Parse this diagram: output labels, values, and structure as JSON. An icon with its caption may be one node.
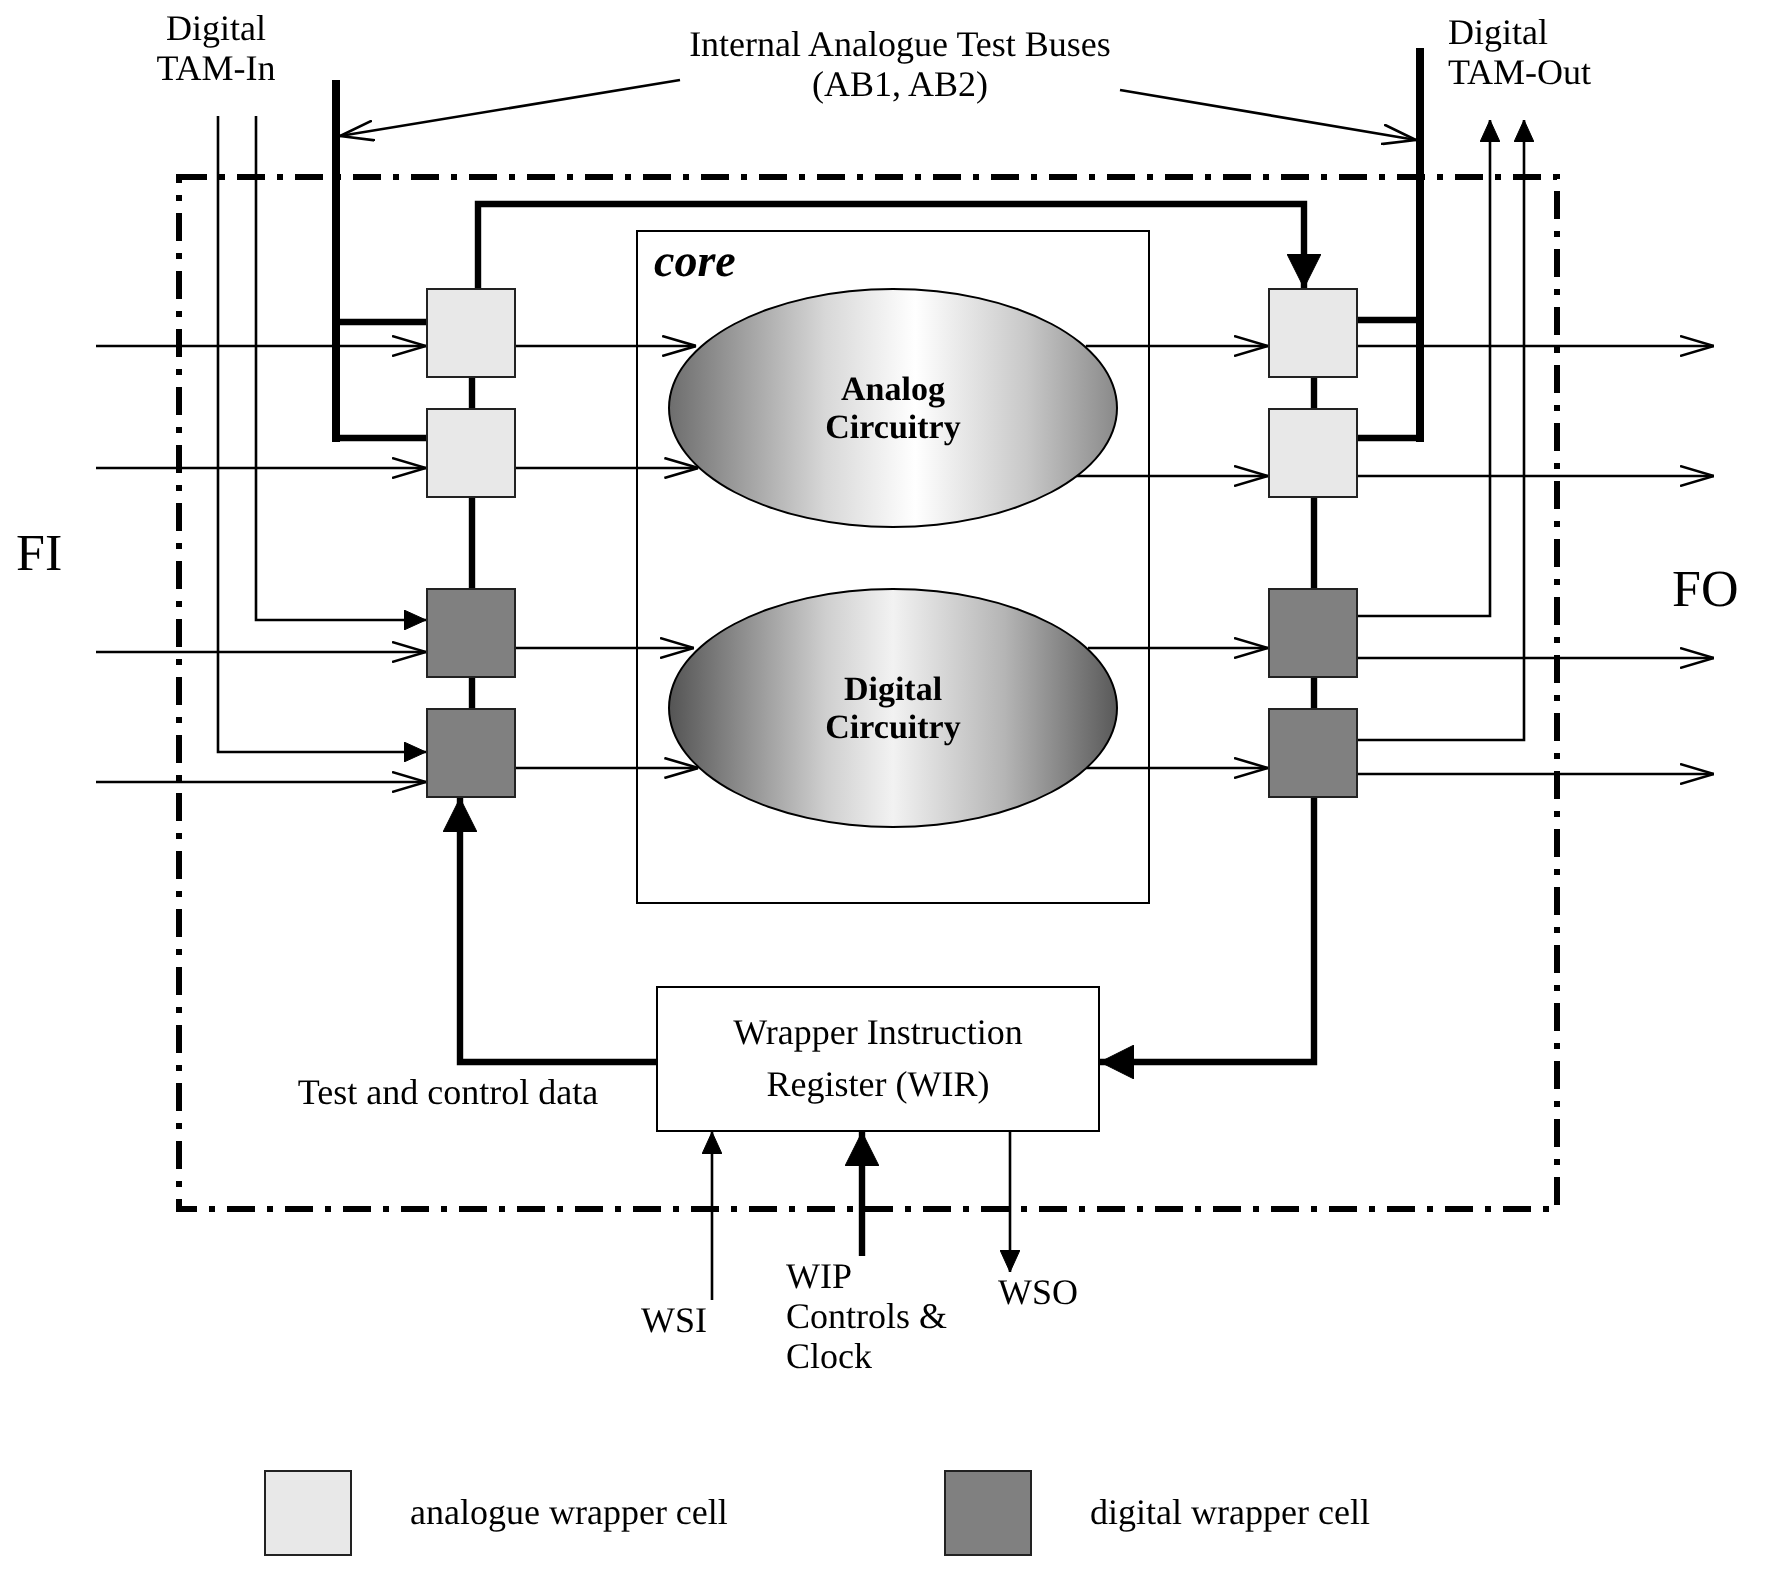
{
  "diagram": {
    "nodes": [
      {
        "text": [
          "Digital TAM-In"
        ]
      },
      {
        "text": [
          "Internal Analogue Test Buses (AB1, AB2)"
        ]
      },
      {
        "text": [
          "Digital TAM-Out"
        ]
      },
      {
        "text": [],
        "shape": "bar"
      },
      {
        "text": [],
        "shape": "bar"
      },
      {
        "text": [],
        "shape": "box"
      },
      {
        "text": [
          "core"
        ],
        "in": 5
      },
      {
        "text": [
          "Analog Circuitry"
        ],
        "in": 6
      },
      {
        "text": [
          "Digital Circuitry"
        ],
        "in": 6
      },
      {
        "text": [],
        "shape": "box",
        "in": 5
      },
      {
        "text": [],
        "shape": "box",
        "in": 5
      },
      {
        "text": [],
        "shape": "box",
        "in": 5
      },
      {
        "text": [],
        "shape": "box",
        "in": 5
      },
      {
        "text": [],
        "shape": "box",
        "in": 5
      },
      {
        "text": [],
        "shape": "box",
        "in": 5
      },
      {
        "text": [],
        "shape": "box",
        "in": 5
      },
      {
        "text": [],
        "shape": "box",
        "in": 5
      },
      {
        "text": [
          "Wrapper Instruction Register (WIR)"
        ],
        "in": 5
      },
      {
        "text": [
          "WSI"
        ]
      },
      {
        "text": [
          "WIP Controls & Clock"
        ]
      },
      {
        "text": [
          "WSO"
        ]
      }
    ],
    "edges": [
      {
        "from": 1,
        "to": 3,
        "arrow": "to"
      },
      {
        "from": 1,
        "to": 4,
        "arrow": "to"
      },
      {
        "from": 3,
        "to": 9,
        "arrow": "none",
        "style": "thick"
      },
      {
        "from": 3,
        "to": 10,
        "arrow": "none",
        "style": "thick"
      },
      {
        "from": 4,
        "to": 13,
        "arrow": "none",
        "style": "thick"
      },
      {
        "from": 4,
        "to": 14,
        "arrow": "none",
        "style": "thick"
      },
      {
        "from": null,
        "to": 9,
        "arrow": "to"
      },
      {
        "from": null,
        "to": 10,
        "arrow": "to"
      },
      {
        "from": null,
        "to": 11,
        "arrow": "to"
      },
      {
        "from": null,
        "to": 12,
        "arrow": "to"
      },
      {
        "from": 0,
        "to": 11,
        "arrow": "to"
      },
      {
        "from": 0,
        "to": 12,
        "arrow": "to"
      },
      {
        "from": 9,
        "to": 7,
        "arrow": "to"
      },
      {
        "from": 10,
        "to": 7,
        "arrow": "to"
      },
      {
        "from": 11,
        "to": 8,
        "arrow": "to"
      },
      {
        "from": 12,
        "to": 8,
        "arrow": "to"
      },
      {
        "from": 7,
        "to": 13,
        "arrow": "to"
      },
      {
        "from": 7,
        "to": 14,
        "arrow": "to"
      },
      {
        "from": 8,
        "to": 15,
        "arrow": "to"
      },
      {
        "from": 8,
        "to": 16,
        "arrow": "to"
      },
      {
        "from": 13,
        "to": null,
        "arrow": "to"
      },
      {
        "from": 14,
        "to": null,
        "arrow": "to"
      },
      {
        "from": 15,
        "to": null,
        "arrow": "to"
      },
      {
        "from": 16,
        "to": null,
        "arrow": "to"
      },
      {
        "from": 15,
        "to": 2,
        "arrow": "to"
      },
      {
        "from": 16,
        "to": 2,
        "arrow": "to"
      },
      {
        "from": 9,
        "to": 10,
        "arrow": "none",
        "style": "thick"
      },
      {
        "from": 10,
        "to": 11,
        "arrow": "none",
        "style": "thick"
      },
      {
        "from": 11,
        "to": 12,
        "arrow": "none",
        "style": "thick"
      },
      {
        "from": 13,
        "to": 14,
        "arrow": "none",
        "style": "thick"
      },
      {
        "from": 14,
        "to": 15,
        "arrow": "none",
        "style": "thick"
      },
      {
        "from": 15,
        "to": 16,
        "arrow": "none",
        "style": "thick"
      },
      {
        "from": 9,
        "to": 13,
        "arrow": "to",
        "style": "thick"
      },
      {
        "from": 16,
        "to": 17,
        "arrow": "to",
        "style": "thick"
      },
      {
        "from": 17,
        "to": 12,
        "arrow": "to",
        "style": "thick"
      },
      {
        "from": 18,
        "to": 17,
        "arrow": "to"
      },
      {
        "from": 19,
        "to": 17,
        "arrow": "to",
        "style": "thick"
      },
      {
        "from": 17,
        "to": 20,
        "arrow": "to"
      }
    ],
    "labels": [
      "FI",
      "FO",
      "Test and control data"
    ],
    "legend": [
      {
        "text": "analogue wrapper cell",
        "color": "#e8e8e8"
      },
      {
        "text": "digital wrapper cell",
        "color": "#808080"
      }
    ]
  }
}
